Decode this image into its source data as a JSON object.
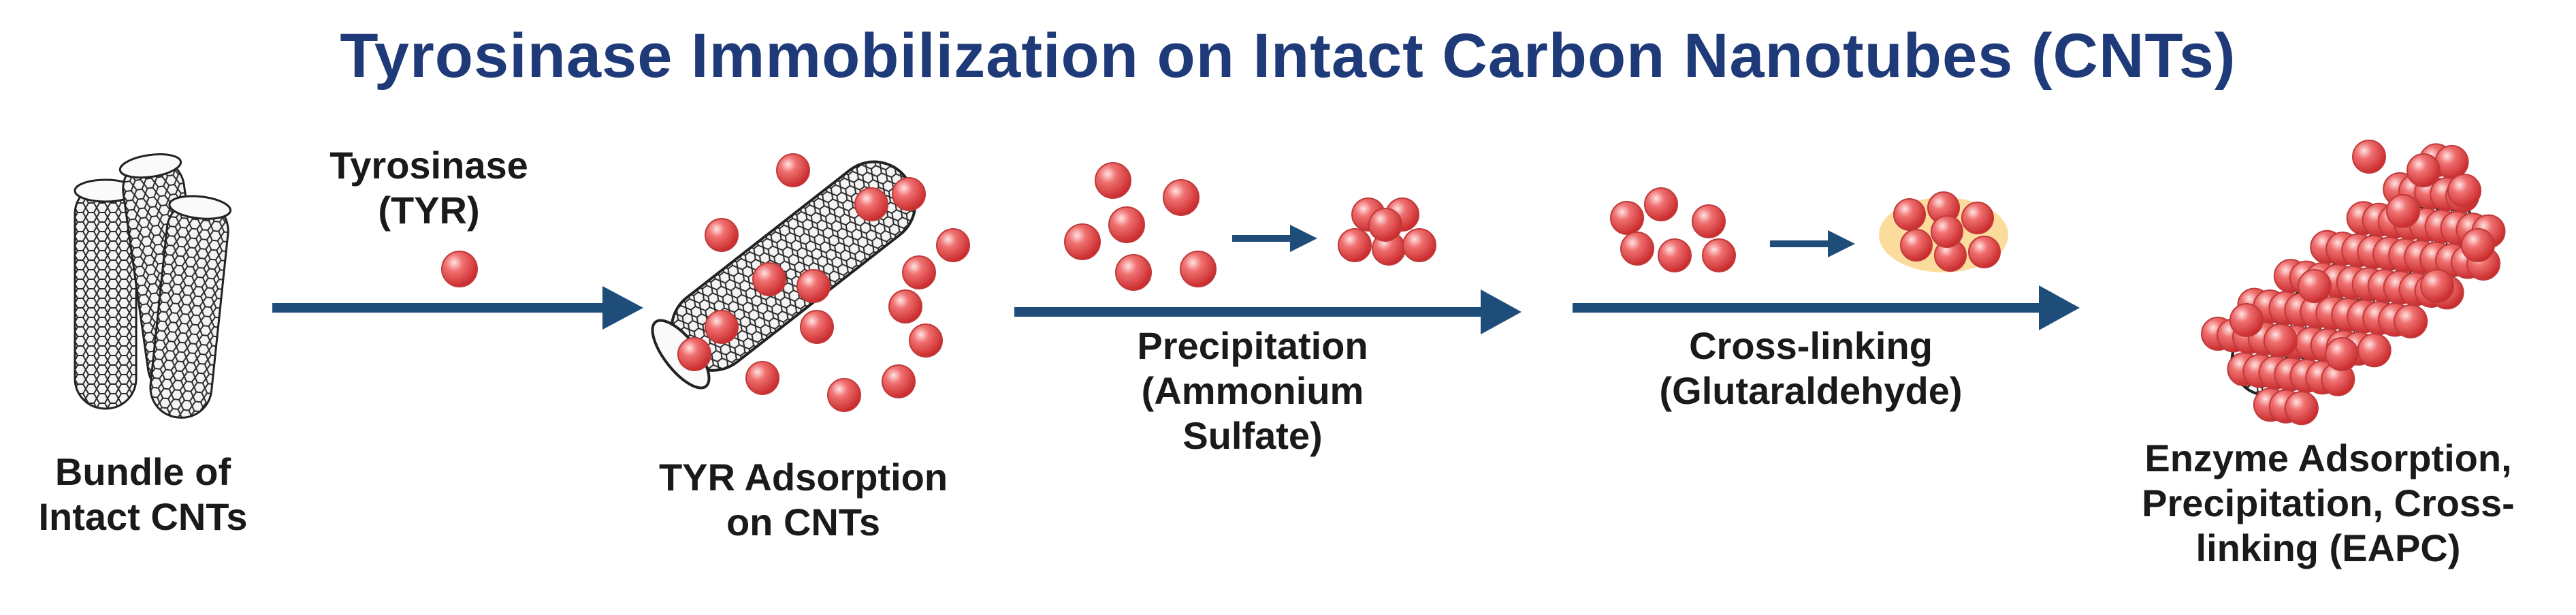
{
  "title": "Tyrosinase Immobilization on Intact Carbon Nanotubes (CNTs)",
  "colors": {
    "title": "#1f3a78",
    "arrow": "#1f4d7a",
    "particle": "#e8484a",
    "particle_highlight": "#ffd0d0",
    "crosslink": "#f5a623",
    "nanotube": "#333333"
  },
  "stages": [
    {
      "label_lines": [
        "Bundle of",
        "Intact CNTs"
      ]
    },
    {
      "label_lines": [
        "TYR Adsorption",
        "on CNTs"
      ]
    },
    {
      "label_lines": [
        "Enzyme Adsorption,",
        "Precipitation, Cross-",
        "linking (EAPC)"
      ]
    }
  ],
  "steps": [
    {
      "label_lines": [
        "Tyrosinase",
        "(TYR)"
      ]
    },
    {
      "label_lines": [
        "Precipitation",
        "(Ammonium",
        "Sulfate)"
      ]
    },
    {
      "label_lines": [
        "Cross-linking",
        "(Glutaraldehyde)"
      ]
    }
  ]
}
